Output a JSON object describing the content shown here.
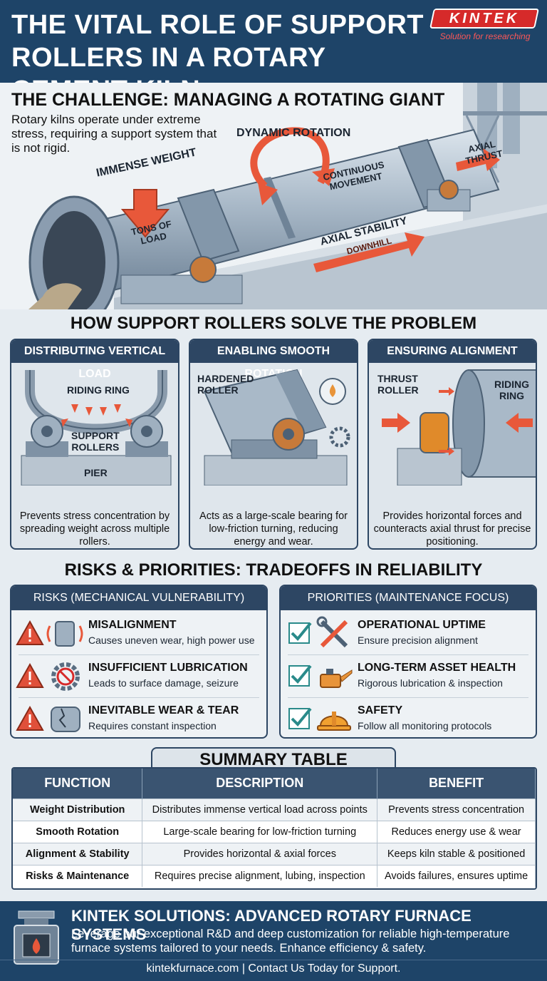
{
  "header": {
    "title_line1": "THE VITAL ROLE OF SUPPORT",
    "title_line2": "ROLLERS IN A ROTARY CEMENT KILN",
    "logo_text": "KINTEK",
    "logo_tagline": "Solution for researching"
  },
  "challenge": {
    "title": "THE CHALLENGE: MANAGING A ROTATING GIANT",
    "description": "Rotary kilns operate under extreme stress, requiring a support system that is not rigid.",
    "labels": {
      "dynamic_rotation": "DYNAMIC ROTATION",
      "immense_weight": "IMMENSE WEIGHT",
      "tons_of_load_1": "TONS OF",
      "tons_of_load_2": "LOAD",
      "continuous_1": "CONTINUOUS",
      "continuous_2": "MOVEMENT",
      "axial_thrust_1": "AXIAL",
      "axial_thrust_2": "THRUST",
      "axial_stability": "AXIAL STABILITY",
      "downhill": "DOWNHILL"
    }
  },
  "solution": {
    "title": "HOW SUPPORT ROLLERS SOLVE THE PROBLEM",
    "cards": [
      {
        "title": "DISTRIBUTING VERTICAL LOAD",
        "text": "Prevents stress concentration by spreading weight across multiple rollers.",
        "labels": {
          "riding_ring": "RIDING RING",
          "support_1": "SUPPORT",
          "support_2": "ROLLERS",
          "pier": "PIER"
        }
      },
      {
        "title": "ENABLING SMOOTH ROTATION",
        "text": "Acts as a large-scale bearing for low-friction turning, reducing energy and wear.",
        "labels": {
          "hardened_1": "HARDENED",
          "hardened_2": "ROLLER"
        }
      },
      {
        "title": "ENSURING ALIGNMENT",
        "text": "Provides horizontal forces and counteracts axial thrust for precise positioning.",
        "labels": {
          "thrust_1": "THRUST",
          "thrust_2": "ROLLER",
          "riding_1": "RIDING",
          "riding_2": "RING"
        }
      }
    ]
  },
  "risks_priorities": {
    "title": "RISKS & PRIORITIES: TRADEOFFS IN RELIABILITY",
    "risks": {
      "title": "RISKS (MECHANICAL VULNERABILITY)",
      "items": [
        {
          "name": "MISALIGNMENT",
          "detail": "Causes uneven wear, high power use",
          "icon": "roller-misalignment-icon"
        },
        {
          "name": "INSUFFICIENT LUBRICATION",
          "detail": "Leads to surface damage, seizure",
          "icon": "no-lubrication-gear-icon"
        },
        {
          "name": "INEVITABLE WEAR & TEAR",
          "detail": "Requires constant inspection",
          "icon": "cracked-roller-icon"
        }
      ]
    },
    "priorities": {
      "title": "PRIORITIES (MAINTENANCE FOCUS)",
      "items": [
        {
          "name": "OPERATIONAL UPTIME",
          "detail": "Ensure precision alignment",
          "icon": "wrench-screwdriver-icon"
        },
        {
          "name": "LONG-TERM ASSET HEALTH",
          "detail": "Rigorous lubrication & inspection",
          "icon": "oil-can-icon"
        },
        {
          "name": "SAFETY",
          "detail": "Follow all monitoring protocols",
          "icon": "hard-hat-icon"
        }
      ]
    }
  },
  "summary": {
    "title": "SUMMARY TABLE",
    "headers": [
      "FUNCTION",
      "DESCRIPTION",
      "BENEFIT"
    ],
    "rows": [
      [
        "Weight Distribution",
        "Distributes immense vertical load across points",
        "Prevents stress concentration"
      ],
      [
        "Smooth Rotation",
        "Large-scale bearing for low-friction turning",
        "Reduces energy use & wear"
      ],
      [
        "Alignment & Stability",
        "Provides horizontal & axial forces",
        "Keeps kiln stable & positioned"
      ],
      [
        "Risks & Maintenance",
        "Requires precise alignment, lubing, inspection",
        "Avoids failures, ensures uptime"
      ]
    ]
  },
  "footer": {
    "title": "KINTEK SOLUTIONS: ADVANCED ROTARY FURNACE SYSTEMS",
    "description": "Leverage our exceptional R&D and deep customization for reliable high-temperature furnace systems tailored to your needs. Enhance efficiency & safety.",
    "contact": "kintekfurnace.com |  Contact Us Today for Support."
  },
  "colors": {
    "navy": "#1e4468",
    "panel_header": "#2d4663",
    "accent_red": "#d62a2a",
    "arrow_orange": "#e8583a",
    "check_teal": "#2a8a8a"
  }
}
